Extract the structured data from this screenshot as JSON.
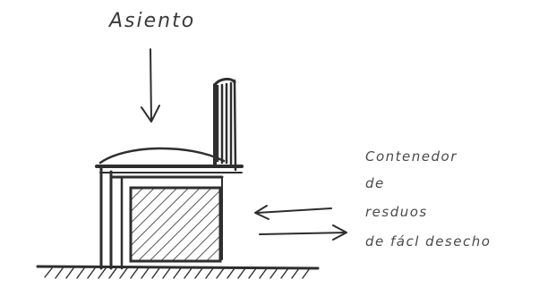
{
  "labels": {
    "seat": "Asiento",
    "container_lines": [
      "Contenedor",
      "de",
      "resduos",
      "de fácl desecho"
    ]
  }
}
